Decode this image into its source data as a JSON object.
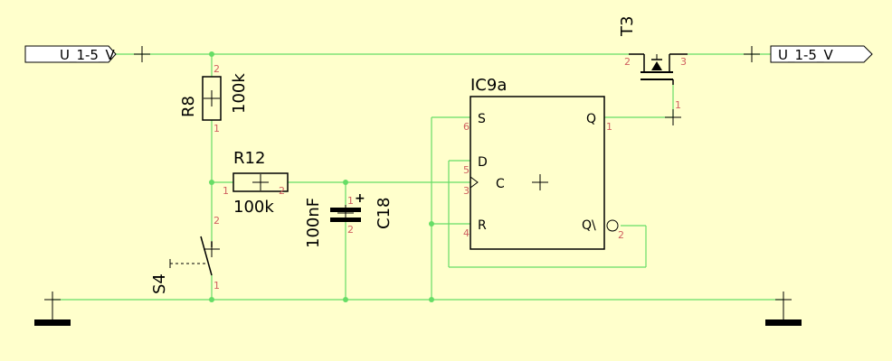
{
  "colors": {
    "background": "#ffffcc",
    "wire": "#66dd66",
    "component": "#000000",
    "pin_number": "#d06060",
    "junction": "#66dd66"
  },
  "ports": {
    "left": "U_1-5_V",
    "right": "U_1-5_V"
  },
  "components": {
    "r8": {
      "ref": "R8",
      "value": "100k",
      "pins": [
        "2",
        "1"
      ]
    },
    "r12": {
      "ref": "R12",
      "value": "100k",
      "pins": [
        "1",
        "2"
      ]
    },
    "c18": {
      "ref": "C18",
      "value": "100nF",
      "pins": [
        "1",
        "2"
      ],
      "polarity": "+"
    },
    "s4": {
      "ref": "S4",
      "pins": [
        "2",
        "1"
      ]
    },
    "t3": {
      "ref": "T3",
      "pins": [
        "2",
        "3",
        "1"
      ]
    },
    "ic9a": {
      "ref": "IC9a",
      "inputs": [
        {
          "name": "S",
          "pin": "6"
        },
        {
          "name": "D",
          "pin": "5"
        },
        {
          "name": "C",
          "pin": "3"
        },
        {
          "name": "R",
          "pin": "4"
        }
      ],
      "outputs": [
        {
          "name": "Q",
          "pin": "1"
        },
        {
          "name": "Q\\",
          "pin": "2"
        }
      ]
    }
  }
}
